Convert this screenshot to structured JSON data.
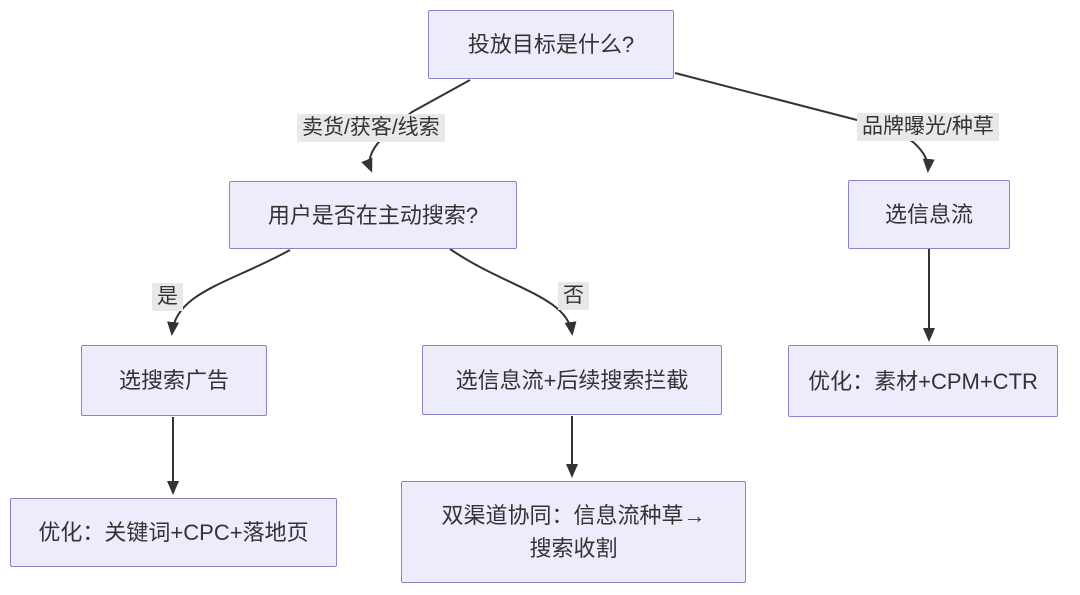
{
  "colors": {
    "node-fill": "#ECECFB",
    "node-border": "#8C84C8",
    "edge-line": "#333333",
    "edge-label-bg": "#E8E8E8",
    "text-color": "#333333",
    "canvas-bg": "#FFFFFF"
  },
  "nodes": {
    "goal": "投放目标是什么?",
    "search_question": "用户是否在主动搜索?",
    "choose_feed": "选信息流",
    "choose_search_ads": "选搜索广告",
    "choose_feed_intercept": "选信息流+后续搜索拦截",
    "optimize_feed": "优化：素材+CPM+CTR",
    "optimize_search": "优化：关键词+CPC+落地页",
    "dual_channel": "双渠道协同：信息流种草→\n搜索收割"
  },
  "edge_labels": {
    "sell_goods": "卖货/获客/线索",
    "brand_exposure": "品牌曝光/种草",
    "yes": "是",
    "no": "否"
  }
}
